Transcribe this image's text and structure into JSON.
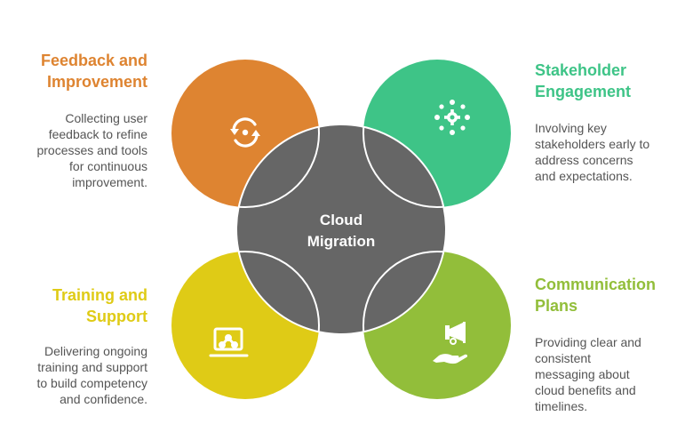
{
  "center": {
    "line1": "Cloud",
    "line2": "Migration",
    "color": "#666666"
  },
  "items": [
    {
      "id": "feedback",
      "title_line1": "Feedback and",
      "title_line2": "Improvement",
      "desc_lines": [
        "Collecting user",
        "feedback to refine",
        "processes and tools",
        "for continuous",
        "improvement."
      ],
      "color": "#DE8431",
      "icon": "refresh-cycle-icon"
    },
    {
      "id": "stakeholder",
      "title_line1": "Stakeholder",
      "title_line2": "Engagement",
      "desc_lines": [
        "Involving key",
        "stakeholders early to",
        "address concerns",
        "and expectations."
      ],
      "color": "#3EC487",
      "icon": "gear-network-icon"
    },
    {
      "id": "training",
      "title_line1": "Training and",
      "title_line2": "Support",
      "desc_lines": [
        "Delivering ongoing",
        "training and support",
        "to build competency",
        "and confidence."
      ],
      "color": "#DFCB16",
      "icon": "laptop-share-icon"
    },
    {
      "id": "communication",
      "title_line1": "Communication",
      "title_line2": "Plans",
      "desc_lines": [
        "Providing clear and",
        "consistent",
        "messaging about",
        "cloud benefits and",
        "timelines."
      ],
      "color": "#92BE3A",
      "icon": "megaphone-hand-icon"
    }
  ]
}
